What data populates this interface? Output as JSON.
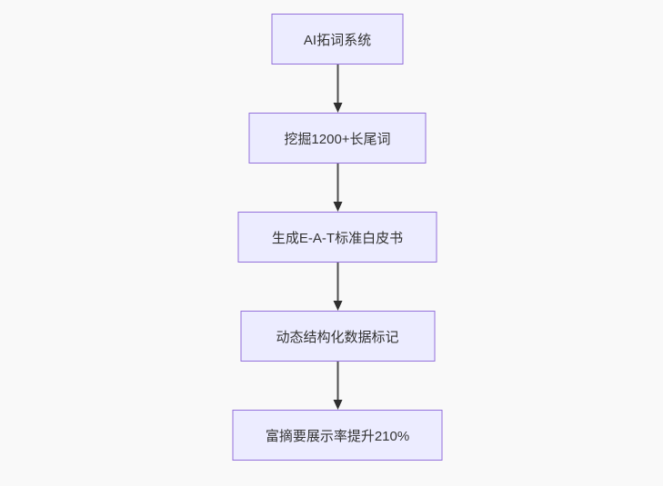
{
  "diagram": {
    "type": "flowchart",
    "direction": "top-down",
    "nodes": [
      {
        "id": "n1",
        "label": "AI拓词系统"
      },
      {
        "id": "n2",
        "label": "挖掘1200+长尾词"
      },
      {
        "id": "n3",
        "label": "生成E-A-T标准白皮书"
      },
      {
        "id": "n4",
        "label": "动态结构化数据标记"
      },
      {
        "id": "n5",
        "label": "富摘要展示率提升210%"
      }
    ],
    "edges": [
      {
        "from": "n1",
        "to": "n2"
      },
      {
        "from": "n2",
        "to": "n3"
      },
      {
        "from": "n3",
        "to": "n4"
      },
      {
        "from": "n4",
        "to": "n5"
      }
    ],
    "colors": {
      "background": "#f9f9f9",
      "node_fill": "#ECECFF",
      "node_border": "#9370DB",
      "node_text": "#333333",
      "arrow_line": "#4d4d4d",
      "arrow_head": "#2f2f2f"
    }
  }
}
